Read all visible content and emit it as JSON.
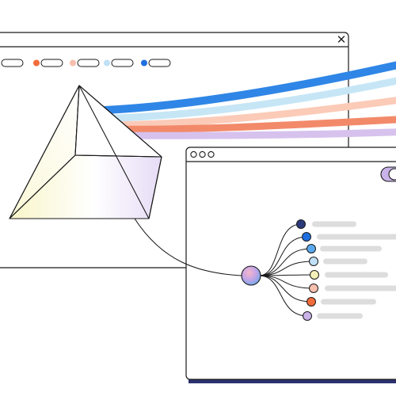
{
  "scene": {
    "back_window": {
      "chips": [
        {
          "name": "chip-lavender",
          "color": "#c9b3e8"
        },
        {
          "name": "chip-orange",
          "color": "#f26b3a"
        },
        {
          "name": "chip-peach",
          "color": "#f6bfae"
        },
        {
          "name": "chip-light-blue",
          "color": "#bfe0f5"
        },
        {
          "name": "chip-blue",
          "color": "#1f6fe0"
        }
      ]
    },
    "front_window": {
      "rows": [
        {
          "color": "#2a3a7a"
        },
        {
          "color": "#1f6fe0"
        },
        {
          "color": "#5aa9f0"
        },
        {
          "color": "#bfe0f5"
        },
        {
          "color": "#f5f0b8"
        },
        {
          "color": "#f6bfae"
        },
        {
          "color": "#f26b3a"
        },
        {
          "color": "#c9b3e8"
        }
      ]
    },
    "beams": [
      {
        "name": "beam-blue",
        "color": "#2f86e6"
      },
      {
        "name": "beam-light-blue",
        "color": "#c6e6f6"
      },
      {
        "name": "beam-peach",
        "color": "#fbcbb8"
      },
      {
        "name": "beam-orange",
        "color": "#f28a6a"
      },
      {
        "name": "beam-lavender",
        "color": "#d7c2ee"
      }
    ],
    "colors": {
      "outline": "#1a1a1a",
      "placeholder_text": "#dddddd",
      "accent_bar": "#2b3170",
      "toggle_fill": "#c9b3e8"
    }
  },
  "icons": {
    "close": "close-icon",
    "window_dots": "window-dots-icon",
    "prism": "prism-icon"
  }
}
